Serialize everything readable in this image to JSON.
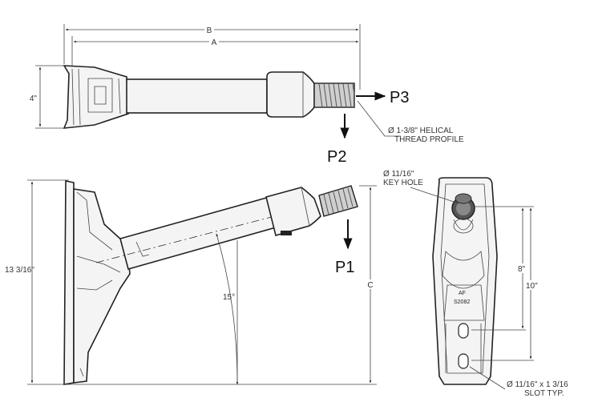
{
  "top_view": {
    "dim_b": "B",
    "dim_a": "A",
    "dim_height": "4\"",
    "load_p3": "P3",
    "load_p2": "P2",
    "thread_note_line1": "Ø  1-3/8\" HELICAL",
    "thread_note_line2": "THREAD PROFILE"
  },
  "side_view": {
    "dim_height": "13 3/16\"",
    "angle": "15°",
    "dim_c": "C",
    "load_p1": "P1"
  },
  "end_view": {
    "keyhole_line1": "Ø 11/16\"",
    "keyhole_line2": "KEY HOLE",
    "dim_8": "8\"",
    "dim_10": "10\"",
    "stamp_line1": "AF",
    "stamp_line2": "S2082",
    "slot_line1": "Ø 11/16\" x 1 3/16",
    "slot_line2": "SLOT TYP."
  }
}
